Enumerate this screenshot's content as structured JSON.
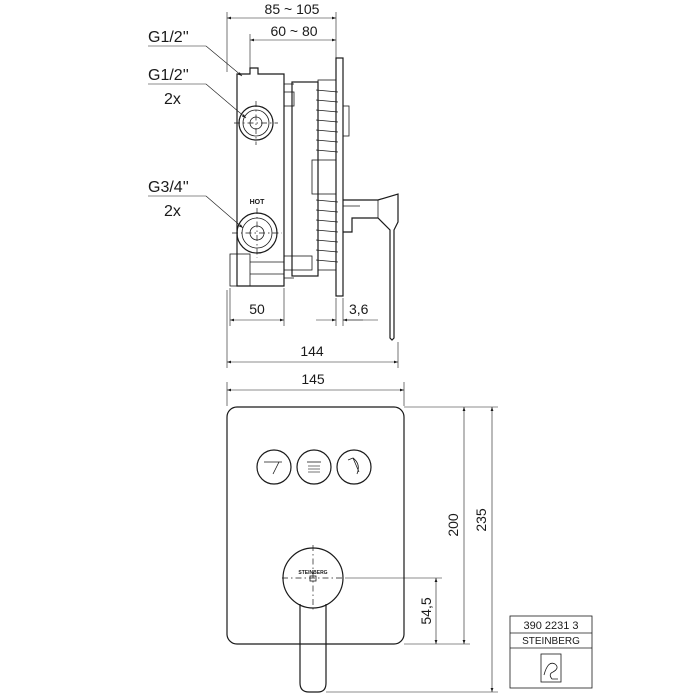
{
  "side_view": {
    "dim_overall_depth": "85 ~ 105",
    "dim_box_depth": "60 ~ 80",
    "dim_inlet_offset": "50",
    "dim_plate_thickness": "3,6",
    "dim_width_144": "144",
    "port_top": {
      "thread": "G1/2''"
    },
    "port_upper": {
      "thread": "G1/2''",
      "qty": "2x"
    },
    "port_lower": {
      "thread": "G3/4''",
      "qty": "2x",
      "marking": "HOT"
    }
  },
  "front_view": {
    "dim_width_145": "145",
    "dim_height_200": "200",
    "dim_height_235": "235",
    "dim_handle_axis": "54,5",
    "handle_brand": "STEINBERG",
    "buttons": [
      {
        "icon": "bath-spout-icon"
      },
      {
        "icon": "shower-head-icon"
      },
      {
        "icon": "hand-shower-icon"
      }
    ]
  },
  "title_block": {
    "article_number": "390 2231 3",
    "brand": "STEINBERG"
  }
}
